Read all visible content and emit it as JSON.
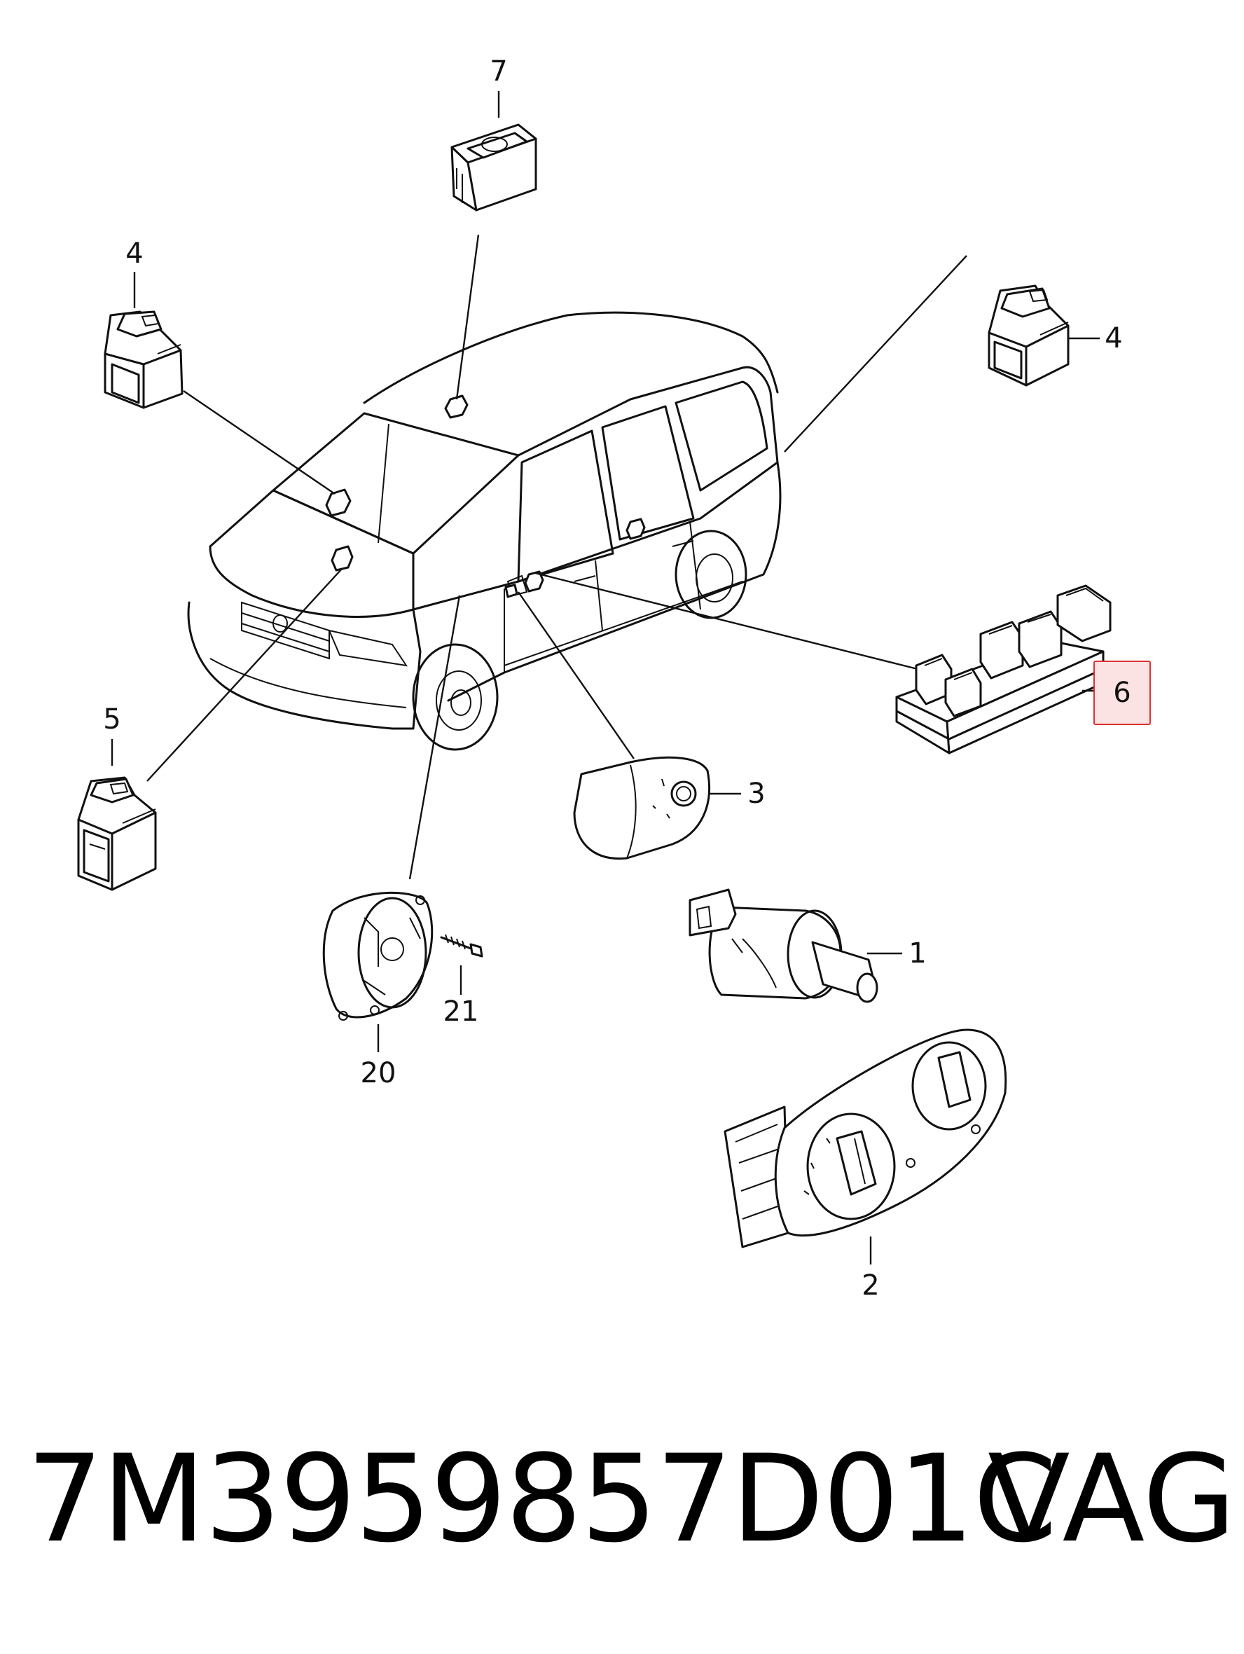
{
  "callouts": {
    "c7": "7",
    "c4_left": "4",
    "c4_right": "4",
    "c5": "5",
    "c6": "6",
    "c3": "3",
    "c1": "1",
    "c2": "2",
    "c20": "20",
    "c21": "21"
  },
  "highlight": {
    "color": "#e03030",
    "fill": "#fbe3e4"
  },
  "footer": {
    "part_number": "7M3959857D01C",
    "brand": "VAG"
  }
}
